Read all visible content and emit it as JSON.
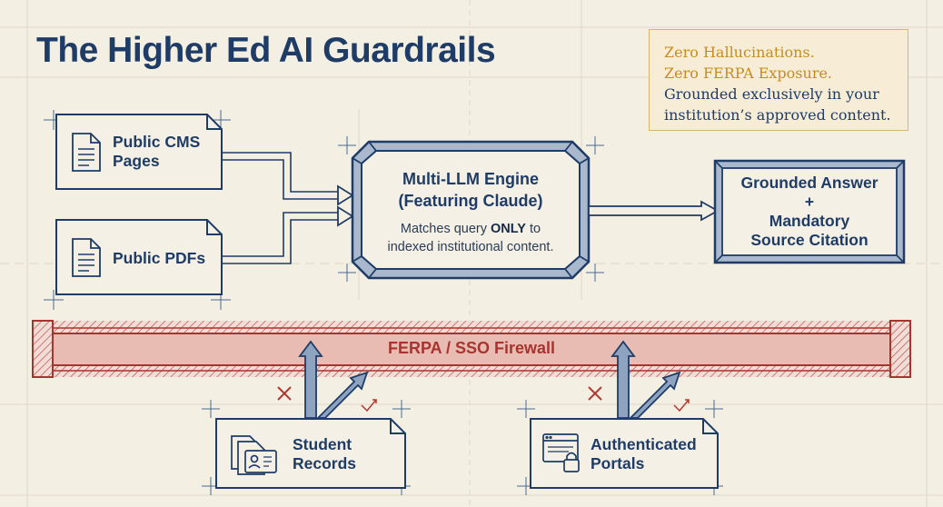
{
  "title": "The Higher Ed AI Guardrails",
  "callout": {
    "line1": "Zero Hallucinations.",
    "line2": "Zero FERPA Exposure.",
    "line3": "Grounded exclusively in your",
    "line4": "institution’s approved content."
  },
  "sources": [
    {
      "line1": "Public CMS",
      "line2": "Pages",
      "icon": "document-icon"
    },
    {
      "line1": "Public PDFs",
      "icon": "document-icon"
    }
  ],
  "engine": {
    "title_line1": "Multi-LLM Engine",
    "title_line2": "(Featuring Claude)",
    "desc_pre": "Matches query ",
    "desc_bold": "ONLY",
    "desc_post": " to",
    "desc_line2": "indexed institutional content."
  },
  "answer": {
    "line1": "Grounded Answer",
    "line2": "+",
    "line3": "Mandatory",
    "line4": "Source Citation"
  },
  "firewall": {
    "label": "FERPA / SSO Firewall"
  },
  "protected": [
    {
      "line1": "Student",
      "line2": "Records",
      "icon": "student-records-icon"
    },
    {
      "line1": "Authenticated",
      "line2": "Portals",
      "icon": "secure-portal-lock-icon"
    }
  ],
  "colors": {
    "background": "#f4efe3",
    "navy": "#1e3c66",
    "accent_gold": "#c58d1f",
    "firewall_red": "#a8342f",
    "firewall_fill": "#e9bcb3"
  }
}
